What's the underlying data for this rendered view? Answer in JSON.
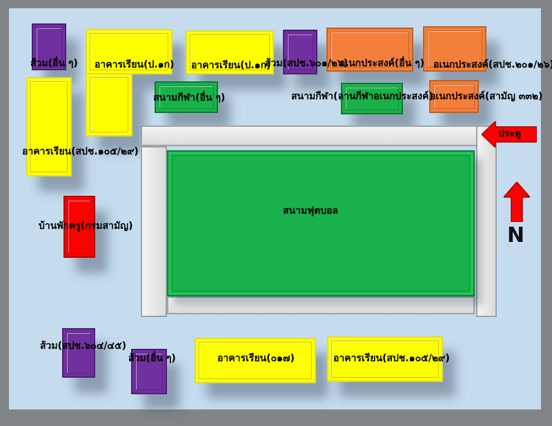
{
  "labels": {
    "toilet_tl": "ส้วม(อื่น ๆ)",
    "bld_p1_a": "อาคารเรียน(ป.๑ก)",
    "bld_p1_b": "อาคารเรียน(ป.๑ก)",
    "toilet_top": "ส้วม(สปช.๖๐๑/๒๖)",
    "multi_other": "อเนกประสงค์(อื่น ๆ)",
    "multi_spc": "อเนกประสงค์(สปช.๒๐๑/๒๖)",
    "field_other": "สนามกีฬา(อื่น ๆ)",
    "field_multi": "สนามกีฬา(ลานกีฬาอเนกประสงค์)",
    "multi_general": "อเนกประสงค์(สามัญ ๓๓๒)",
    "bld_spc105_left": "อาคารเรียน(สปช.๑๐๕/๒๙)",
    "teacher_house": "บ้านพักครู(กรมสามัญ)",
    "football": "สนามฟุตบอล",
    "gate": "ประตู",
    "north": "N",
    "toilet_bl": "ส้วม(สปช.๖๐๔/๔๕)",
    "toilet_bm": "ส้วม(อื่น ๆ)",
    "bld_017": "อาคารเรียน(๐๑๗)",
    "bld_spc105_bottom": "อาคารเรียน(สปช.๑๐๕/๒๙)"
  },
  "colors": {
    "ground": "#c5dcef",
    "classroom": "#ffff00",
    "toilet": "#7030a0",
    "multipurpose": "#f47f3a",
    "sports": "#19b24a",
    "house_and_gate": "#ff0000",
    "walkway": "#e6e6e6",
    "fence": "#7f8588"
  },
  "icons": [
    "gate-arrow-icon",
    "north-arrow-icon"
  ]
}
